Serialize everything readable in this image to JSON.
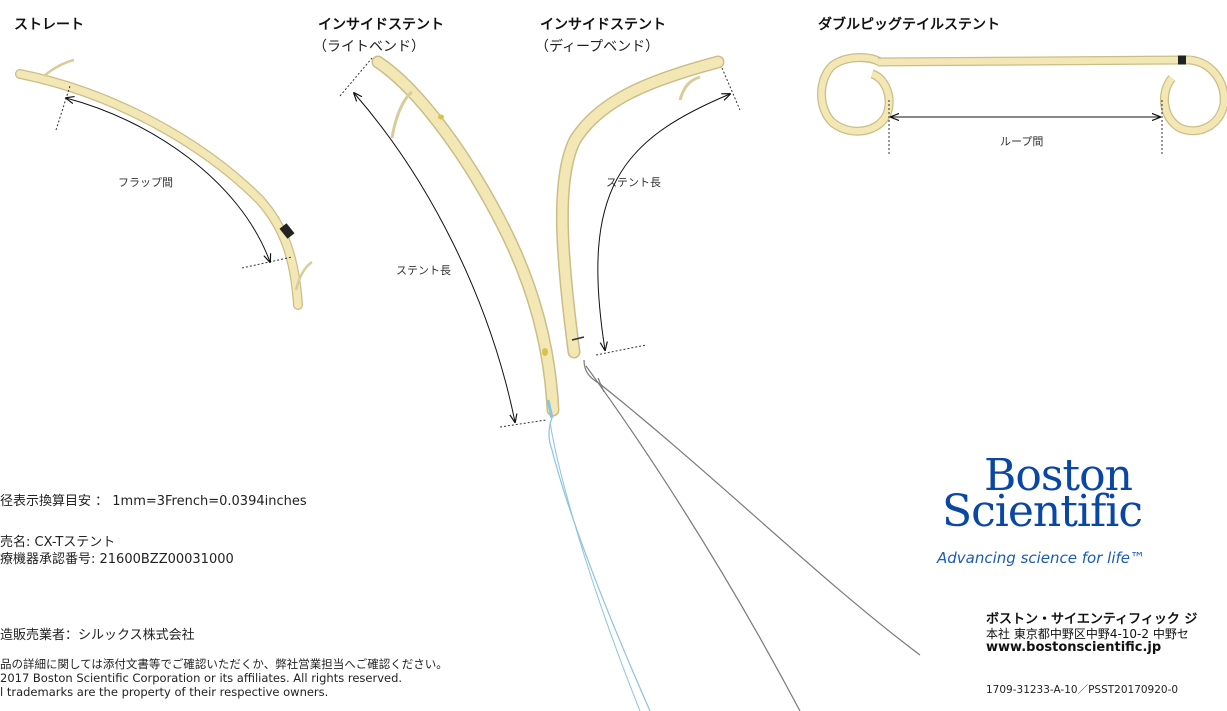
{
  "products": {
    "straight": {
      "title": "ストレート",
      "dimension_label": "フラップ間"
    },
    "light_bend": {
      "title": "インサイドステント",
      "subtitle": "（ライトベンド）",
      "dimension_label": "ステント長"
    },
    "deep_bend": {
      "title": "インサイドステント",
      "subtitle": "（ディープベンド）",
      "dimension_label": "ステント長"
    },
    "pigtail": {
      "title": "ダブルピッグテイルステント",
      "dimension_label": "ループ間"
    }
  },
  "specs": {
    "conversion": "径表示換算目安 ： 1mm=3French=0.0394inches",
    "sales_name": "売名: CX-Tステント",
    "approval_number": "療機器承認番号: 21600BZZ00031000",
    "manufacturer": "造販売業者：シルックス株式会社"
  },
  "footer_notes": {
    "details": "品の詳細に関しては添付文書等でご確認いただくか、弊社営業担当へご確認ください。",
    "copyright": "2017 Boston Scientific Corporation or its affiliates. All rights reserved.",
    "trademarks": "l trademarks are the property of their respective owners."
  },
  "brand": {
    "logo_line1": "Boston",
    "logo_line2": "Scientific",
    "tagline": "Advancing science for life™",
    "logo_color": "#0a47a4"
  },
  "company": {
    "name": "ボストン・サイエンティフィック ジ",
    "address": "本社 東京都中野区中野4-10-2 中野セ",
    "url": "www.bostonscientific.jp",
    "doc_code": "1709-31233-A-10／PSST20170920-0"
  },
  "colors": {
    "stent_fill": "#f3e7b6",
    "stent_edge": "#cbbd86",
    "stent_marker": "#d9c24a",
    "blue_thread": "#8cc3e0",
    "gray_thread": "#7a7a7a"
  }
}
